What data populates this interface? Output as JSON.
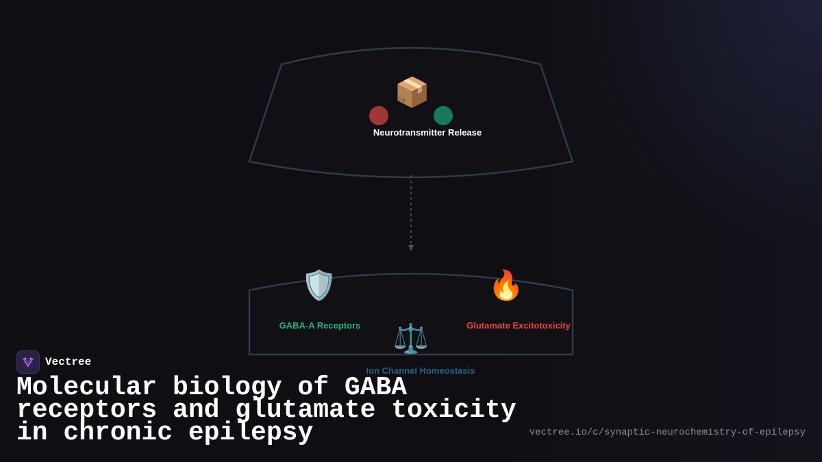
{
  "colors": {
    "background": "#0f0f13",
    "outline": "#2f3a4c",
    "connector": "#4a5568",
    "dot_left": "#a33535",
    "dot_right": "#167a5a",
    "gaba_label": "#22b07d",
    "glutamate_label": "#e8443a",
    "ion_label": "#2b5f86",
    "release_label": "#ffffff",
    "url": "#8a8a94"
  },
  "diagram": {
    "top_node": {
      "icon": "package-icon",
      "label": "Neurotransmitter Release"
    },
    "bottom_nodes": [
      {
        "icon": "shield-icon",
        "label": "GABA-A Receptors"
      },
      {
        "icon": "fire-icon",
        "label": "Glutamate Excitotoxicity"
      },
      {
        "icon": "balance-scale-icon",
        "label": "Ion Channel Homeostasis"
      }
    ]
  },
  "brand": {
    "name": "Vectree",
    "logo_icon": "vectree-logo-icon"
  },
  "title": "Molecular biology of GABA receptors and glutamate toxicity in chronic epilepsy",
  "url": "vectree.io/c/synaptic-neurochemistry-of-epilepsy"
}
